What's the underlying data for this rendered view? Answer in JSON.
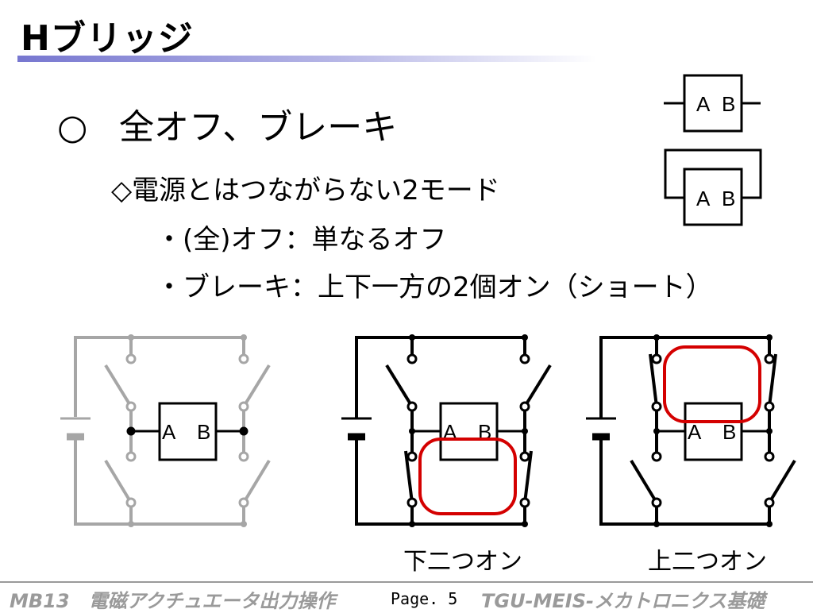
{
  "slide": {
    "title": "Hブリッジ",
    "bullet_mark": "○",
    "bullet_text": "全オフ、ブレーキ",
    "sub_item": "◇電源とはつながらない2モード",
    "items": [
      "・(全)オフ：単なるオフ",
      "・ブレーキ：上下一方の2個オン（ショート）"
    ]
  },
  "diagrams": {
    "motor_label_a": "A",
    "motor_label_b": "B",
    "caption_lower": "下二つオン",
    "caption_upper": "上二つオン"
  },
  "footer": {
    "left": "MB13　電磁アクチュエータ出力操作",
    "page": "Page. 5",
    "right": "TGU-MEIS-メカトロニクス基礎"
  },
  "colors": {
    "title_bar": "#7777d0",
    "inactive_circuit": "#a6a6a6",
    "highlight": "#d40000",
    "footer_text": "#9a9a9a"
  }
}
